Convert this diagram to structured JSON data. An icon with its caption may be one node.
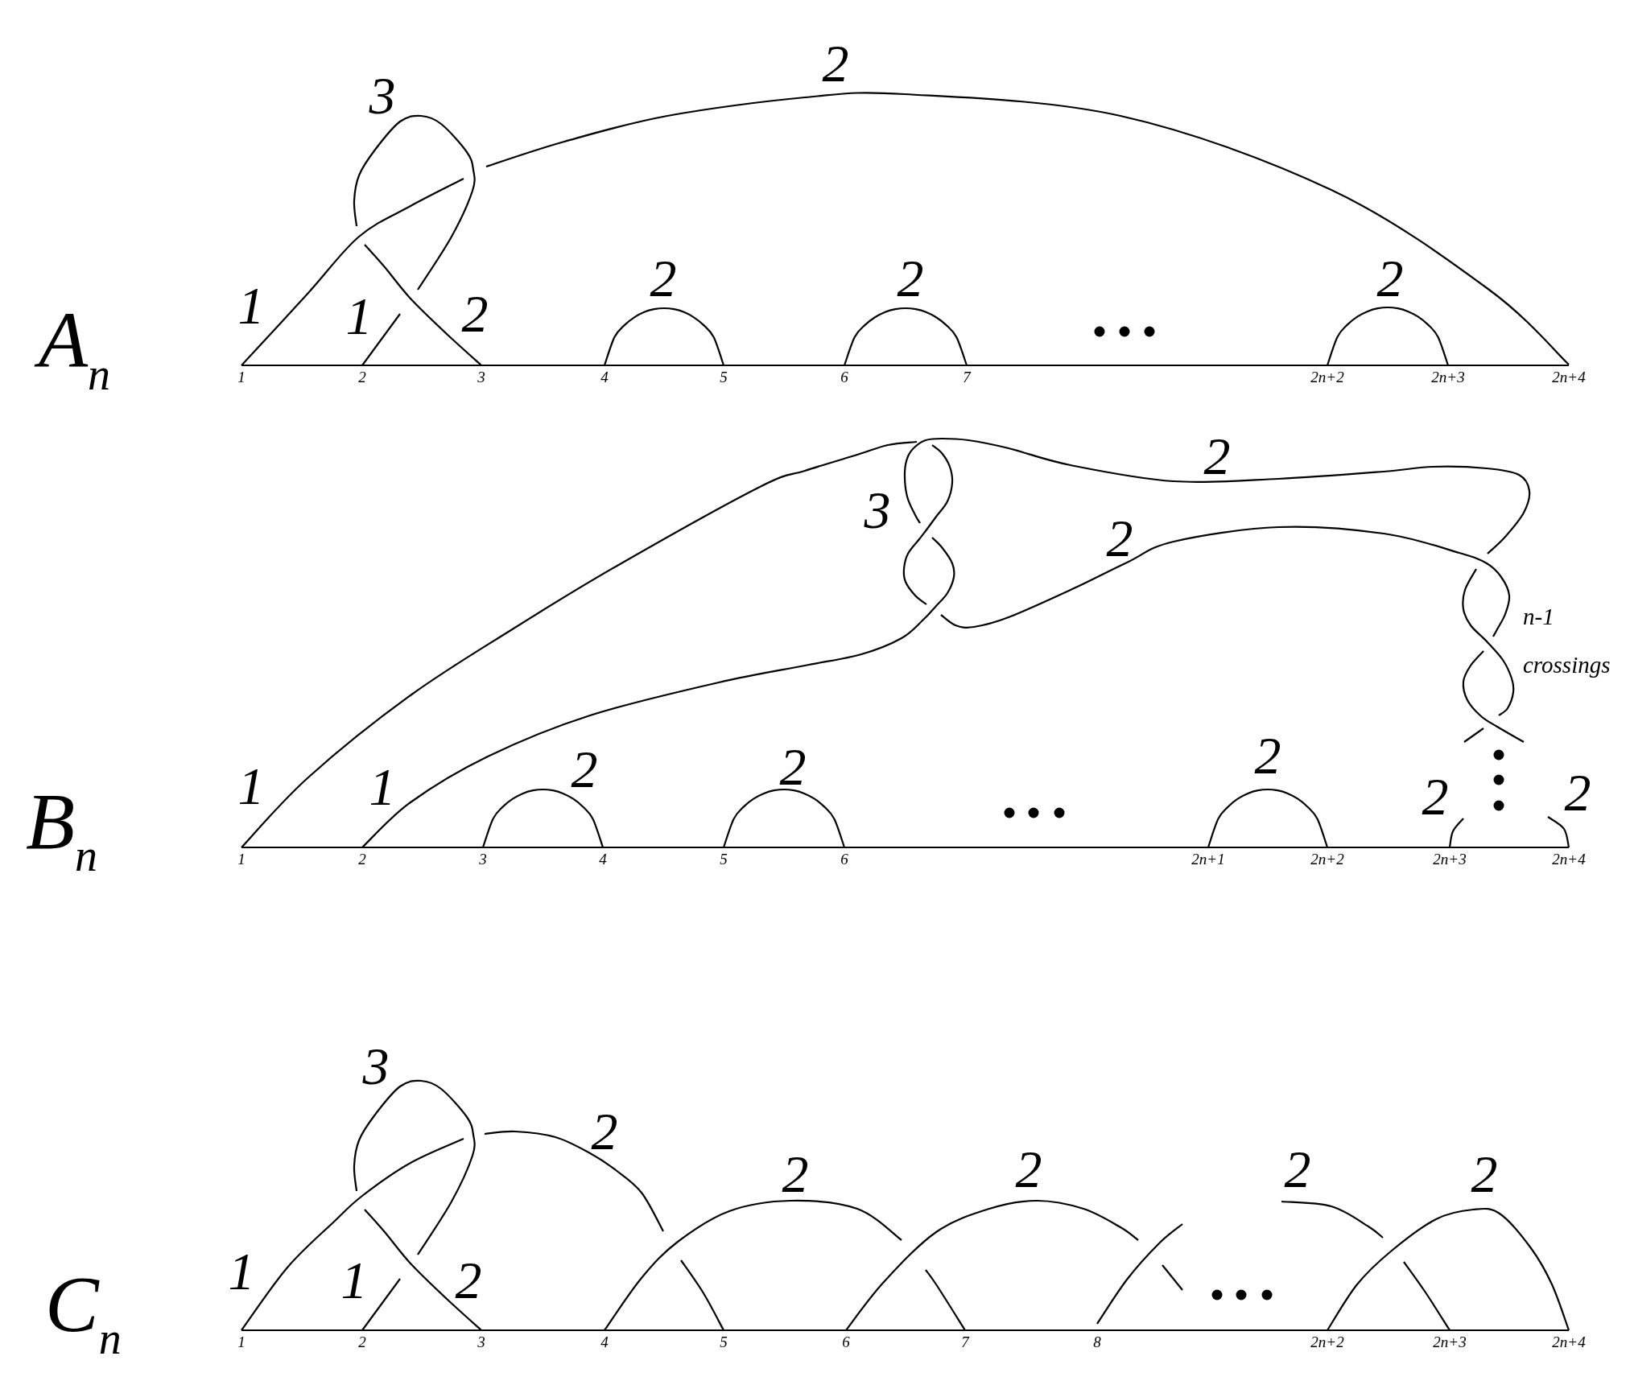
{
  "diagram": {
    "labels": [
      "2",
      "3",
      "2",
      "2",
      "2",
      "1",
      "1",
      "2",
      "A$_{n}$",
      "1",
      "2",
      "3",
      "4",
      "5",
      "6",
      "7",
      "2n+2",
      "2n+3",
      "2n+4",
      "2",
      "3",
      "2",
      "n-1 crossings",
      "1",
      "1",
      "2",
      "2",
      "2",
      "2",
      "2",
      "B$_{n}$",
      "1",
      "2",
      "3",
      "4",
      "5",
      "6",
      "2n+1",
      "2n+2",
      "2n+3",
      "2n+4",
      "3",
      "2",
      "2",
      "2",
      "2",
      "2",
      "1",
      "1",
      "2",
      "C$_{n}$",
      "1",
      "2",
      "3",
      "4",
      "5",
      "6",
      "7",
      "8",
      "2n+2",
      "2n+3",
      "2n+4"
    ]
  }
}
